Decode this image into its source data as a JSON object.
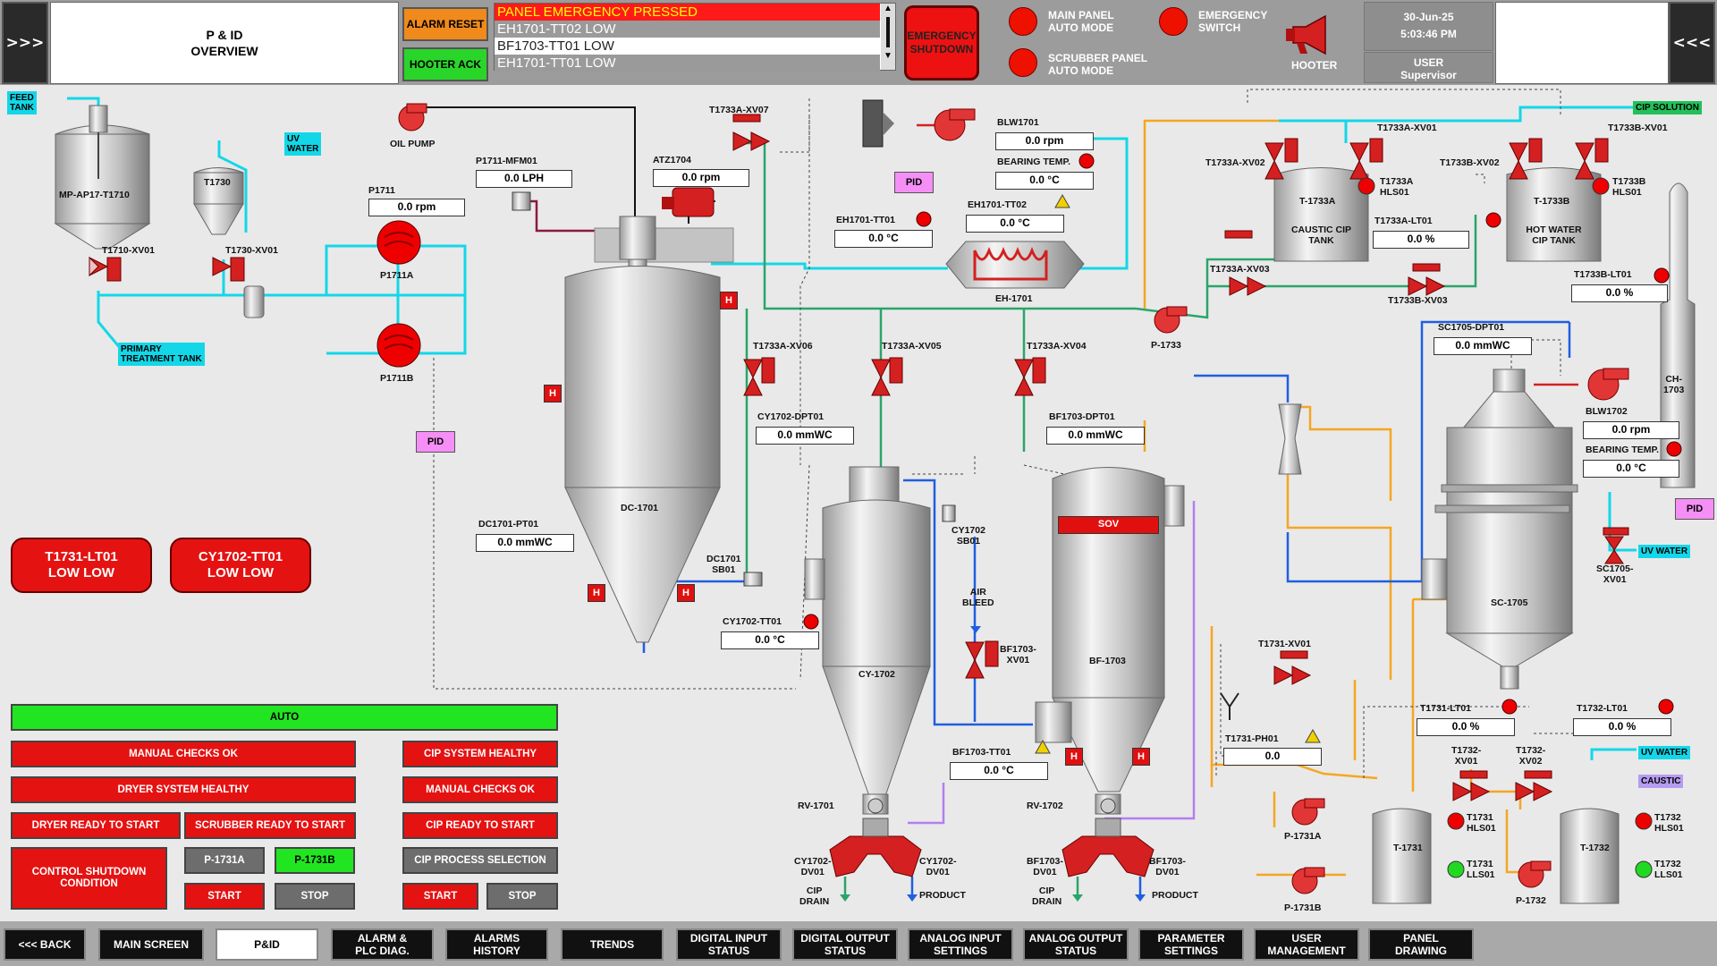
{
  "header": {
    "left_nav": ">>>",
    "right_nav": "<<<",
    "title": "P & ID\nOVERVIEW",
    "alarm_reset": "ALARM RESET",
    "hooter_ack": "HOOTER ACK",
    "alarms": [
      "PANEL EMERGENCY PRESSED",
      "EH1701-TT02 LOW",
      "BF1703-TT01 LOW",
      "EH1701-TT01 LOW"
    ],
    "emergency_shutdown": "EMERGENCY\nSHUTDOWN",
    "main_panel": "MAIN PANEL\nAUTO MODE",
    "scrubber_panel": "SCRUBBER PANEL\nAUTO MODE",
    "emergency_switch": "EMERGENCY\nSWITCH",
    "hooter": "HOOTER",
    "date": "30-Jun-25",
    "time": "5:03:46 PM",
    "user_label": "USER",
    "user_name": "Supervisor"
  },
  "tags": {
    "feed_tank": "FEED\nTANK",
    "uv_water1": "UV\nWATER",
    "primary_tank": "PRIMARY\nTREATMENT TANK",
    "cip_solution": "CIP SOLUTION",
    "uv_water2": "UV WATER",
    "uv_water3": "UV WATER",
    "caustic": "CAUSTIC"
  },
  "labels": {
    "mp": "MP-AP17-T1710",
    "t1730": "T1730",
    "t1710xv01": "T1710-XV01",
    "t1730xv01": "T1730-XV01",
    "oil_pump": "OIL PUMP",
    "p1711": "P1711",
    "p1711a": "P1711A",
    "p1711b": "P1711B",
    "p1711mfm01": "P1711-MFM01",
    "t1733axv07": "T1733A-XV07",
    "atz1704": "ATZ1704",
    "blw1701": "BLW1701",
    "bearing1": "BEARING TEMP.",
    "eh1701tt01": "EH1701-TT01",
    "eh1701tt02": "EH1701-TT02",
    "eh1701": "EH-1701",
    "t1733axv02": "T1733A-XV02",
    "t1733axv01": "T1733A-XV01",
    "t1733bxv02": "T1733B-XV02",
    "t1733bxv01": "T1733B-XV01",
    "t1733a": "T-1733A",
    "caustic_tank": "CAUSTIC CIP\nTANK",
    "t1733ahls": "T1733A\nHLS01",
    "t1733alt": "T1733A-LT01",
    "t1733b": "T-1733B",
    "hotwater_tank": "HOT WATER\nCIP TANK",
    "t1733bhls": "T1733B\nHLS01",
    "t1733blt": "T1733B-LT01",
    "t1733axv03": "T1733A-XV03",
    "t1733bxv03": "T1733B-XV03",
    "p1733": "P-1733",
    "t1733axv06": "T1733A-XV06",
    "t1733axv05": "T1733A-XV05",
    "t1733axv04": "T1733A-XV04",
    "dc1701": "DC-1701",
    "cy1702dpt": "CY1702-DPT01",
    "bf1703dpt": "BF1703-DPT01",
    "sc1705dpt": "SC1705-DPT01",
    "ch1703": "CH-\n1703",
    "blw1702": "BLW1702",
    "bearing2": "BEARING TEMP.",
    "dc1701pt": "DC1701-PT01",
    "dc1701sb": "DC1701\nSB01",
    "cy1702tt": "CY1702-TT01",
    "cy1702sb": "CY1702\nSB01",
    "cy1702": "CY-1702",
    "bf1703": "BF-1703",
    "sov": "SOV",
    "air_bleed": "AIR\nBLEED",
    "bf1703xv01": "BF1703-\nXV01",
    "bf1703tt": "BF1703-TT01",
    "sc1705": "SC-1705",
    "sc1705xv01": "SC1705-\nXV01",
    "t1731xv01": "T1731-XV01",
    "t1731ph": "T1731-PH01",
    "p1731a": "P-1731A",
    "p1731b": "P-1731B",
    "t1731lt": "T1731-LT01",
    "t1732lt": "T1732-LT01",
    "t1732xv01": "T1732-\nXV01",
    "t1732xv02": "T1732-\nXV02",
    "t1731": "T-1731",
    "t1732": "T-1732",
    "t1731hls": "T1731\nHLS01",
    "t1731lls": "T1731\nLLS01",
    "t1732hls": "T1732\nHLS01",
    "t1732lls": "T1732\nLLS01",
    "p1732": "P-1732",
    "rv1701": "RV-1701",
    "rv1702": "RV-1702",
    "cy1702dv1": "CY1702-\nDV01",
    "cy1702dv2": "CY1702-\nDV01",
    "bf1703dv1": "BF1703-\nDV01",
    "bf1703dv2": "BF1703-\nDV01",
    "cip_drain1": "CIP\nDRAIN",
    "product1": "PRODUCT",
    "cip_drain2": "CIP\nDRAIN",
    "product2": "PRODUCT",
    "pid": "PID",
    "h": "H"
  },
  "values": {
    "p1711": "0.0 rpm",
    "p1711mfm01": "0.0 LPH",
    "atz1704": "0.0 rpm",
    "blw1701": "0.0 rpm",
    "bearing1": "0.0 °C",
    "eh1701tt01": "0.0 °C",
    "eh1701tt02": "0.0 °C",
    "t1733alt": "0.0 %",
    "t1733blt": "0.0 %",
    "cy1702dpt": "0.0 mmWC",
    "bf1703dpt": "0.0 mmWC",
    "sc1705dpt": "0.0 mmWC",
    "blw1702": "0.0 rpm",
    "bearing2": "0.0 °C",
    "dc1701pt": "0.0 mmWC",
    "cy1702tt": "0.0 °C",
    "bf1703tt": "0.0 °C",
    "t1731ph": "0.0",
    "t1731lt": "0.0 %",
    "t1732lt": "0.0 %"
  },
  "alarm_pills": [
    "T1731-LT01\nLOW LOW",
    "CY1702-TT01\nLOW LOW"
  ],
  "status_panel": {
    "auto": "AUTO",
    "manual_checks": "MANUAL CHECKS OK",
    "dryer_healthy": "DRYER SYSTEM HEALTHY",
    "dryer_ready": "DRYER READY TO START",
    "scrubber_ready": "SCRUBBER READY TO START",
    "control_shutdown": "CONTROL SHUTDOWN\nCONDITION",
    "p1731a": "P-1731A",
    "p1731b": "P-1731B",
    "start": "START",
    "stop": "STOP",
    "cip_healthy": "CIP SYSTEM HEALTHY",
    "manual_checks2": "MANUAL CHECKS OK",
    "cip_ready": "CIP READY TO START",
    "cip_process": "CIP PROCESS SELECTION"
  },
  "bottom_nav": [
    "<<< BACK",
    "MAIN SCREEN",
    "P&ID",
    "ALARM &\nPLC DIAG.",
    "ALARMS\nHISTORY",
    "TRENDS",
    "DIGITAL INPUT\nSTATUS",
    "DIGITAL OUTPUT\nSTATUS",
    "ANALOG INPUT\nSETTINGS",
    "ANALOG OUTPUT\nSTATUS",
    "PARAMETER\nSETTINGS",
    "USER\nMANAGEMENT",
    "PANEL\nDRAWING"
  ],
  "colors": {
    "alarm_red": "#e51212",
    "ok_green": "#22e522",
    "accent_orange": "#f08a1c",
    "water_cyan": "#13d7e8",
    "pid_pink": "#f58ff5"
  }
}
